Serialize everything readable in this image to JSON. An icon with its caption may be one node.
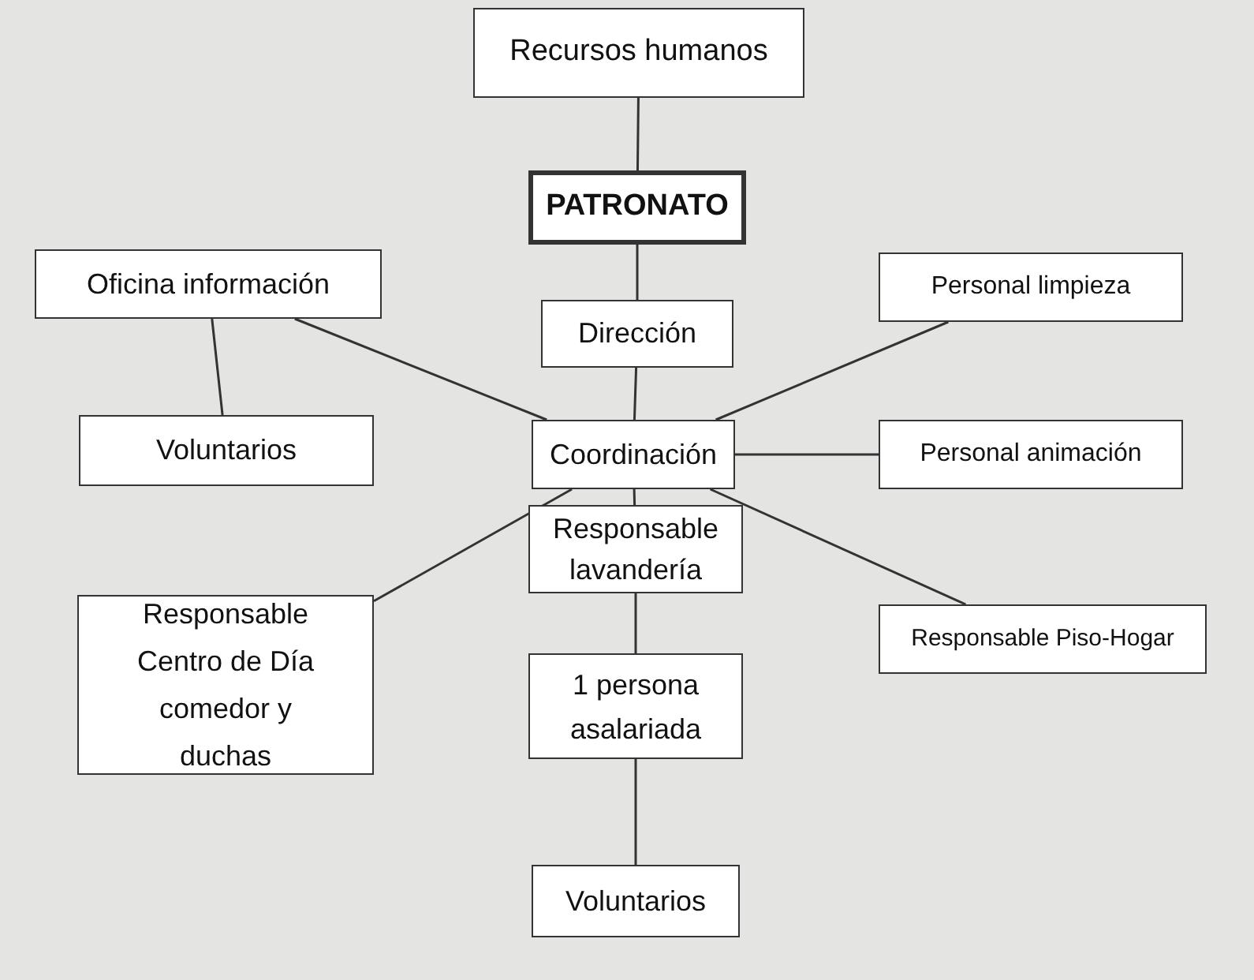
{
  "diagram": {
    "nodes": [
      {
        "text": [
          "Recursos humanos"
        ]
      },
      {
        "text": [
          "PATRONATO"
        ]
      },
      {
        "text": [
          "Oficina información"
        ]
      },
      {
        "text": [
          "Dirección"
        ]
      },
      {
        "text": [
          "Personal limpieza"
        ]
      },
      {
        "text": [
          "Voluntarios"
        ]
      },
      {
        "text": [
          "Coordinación"
        ]
      },
      {
        "text": [
          "Personal animación"
        ]
      },
      {
        "text": [
          "Responsable lavandería"
        ]
      },
      {
        "text": [
          "Responsable Centro de Día comedor y duchas"
        ]
      },
      {
        "text": [
          "Responsable Piso-Hogar"
        ]
      },
      {
        "text": [
          "1 persona asalariada"
        ]
      },
      {
        "text": [
          "Voluntarios"
        ]
      }
    ],
    "edges": [
      {
        "from": 0,
        "to": 1,
        "arrow": "none"
      },
      {
        "from": 1,
        "to": 3,
        "arrow": "none"
      },
      {
        "from": 3,
        "to": 6,
        "arrow": "none"
      },
      {
        "from": 2,
        "to": 5,
        "arrow": "none"
      },
      {
        "from": 2,
        "to": 6,
        "arrow": "none"
      },
      {
        "from": 6,
        "to": 4,
        "arrow": "none"
      },
      {
        "from": 6,
        "to": 7,
        "arrow": "none"
      },
      {
        "from": 6,
        "to": 10,
        "arrow": "none"
      },
      {
        "from": 6,
        "to": 9,
        "arrow": "none"
      },
      {
        "from": 6,
        "to": 8,
        "arrow": "none"
      },
      {
        "from": 8,
        "to": 11,
        "arrow": "none"
      },
      {
        "from": 11,
        "to": 12,
        "arrow": "none"
      }
    ]
  }
}
